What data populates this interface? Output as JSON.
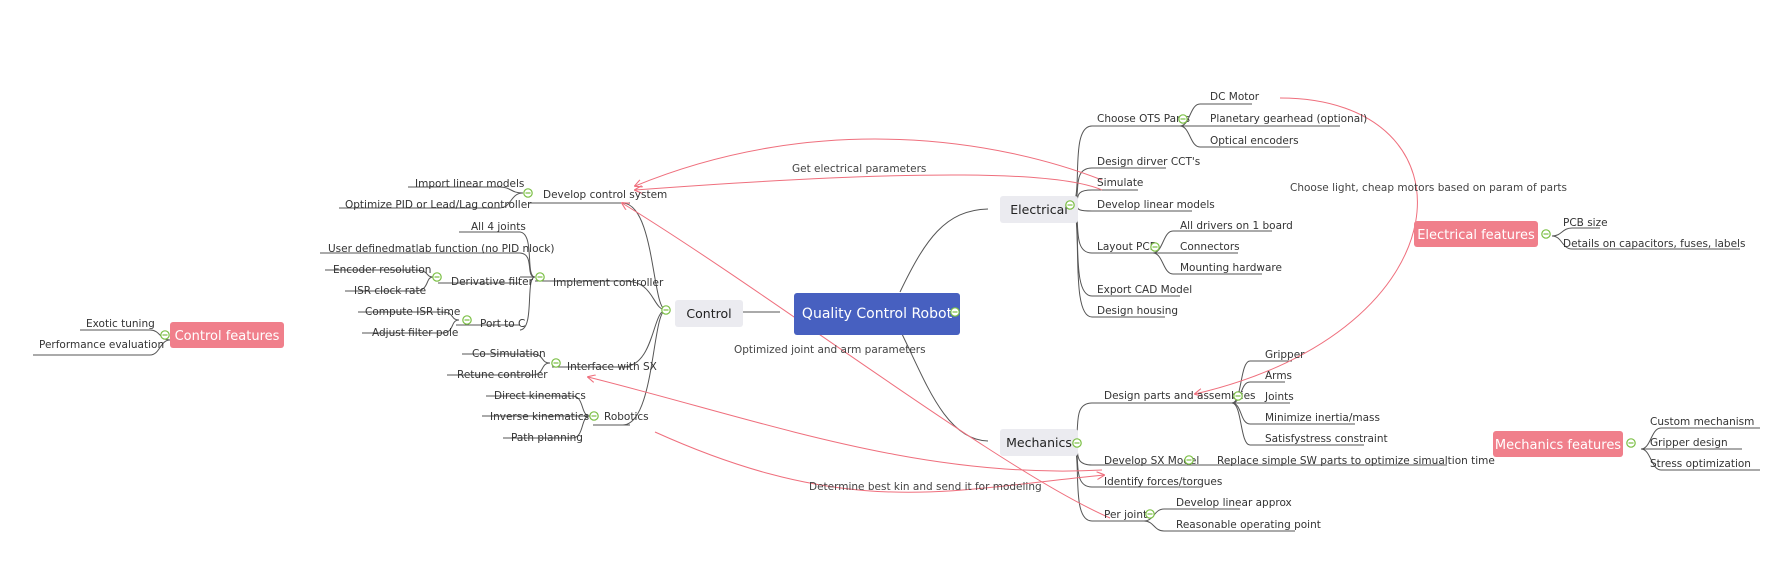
{
  "root": {
    "label": "Quality Control Robot"
  },
  "main_topics": {
    "control": "Control",
    "electrical": "Electrical",
    "mechanics": "Mechanics"
  },
  "control": {
    "develop": {
      "label": "Develop control system",
      "children": [
        "Import linear models",
        "Optimize PID or Lead/Lag controller"
      ]
    },
    "implement": {
      "label": "Implement controller",
      "children": [
        "All 4 joints",
        "User definedmatlab function (no PID nlock)"
      ]
    },
    "derivative": {
      "label": "Derivative filter",
      "children": [
        "Encoder resolution",
        "ISR clock rate"
      ]
    },
    "port": {
      "label": "Port to C",
      "children": [
        "Compute ISR time",
        "Adjust filter pole"
      ]
    },
    "interface": {
      "label": "Interface with SX",
      "children": [
        "Co-Simulation",
        "Retune controller"
      ]
    },
    "robotics": {
      "label": "Robotics",
      "children": [
        "Direct kinematics",
        "Inverse kinematics",
        "Path planning"
      ]
    }
  },
  "electrical": {
    "ots": {
      "label": "Choose OTS Parts",
      "children": [
        "DC Motor",
        "Planetary gearhead (optional)",
        "Optical encoders"
      ]
    },
    "driver": "Design dirver CCT's",
    "simulate": "Simulate",
    "linear": "Develop linear models",
    "pcb": {
      "label": "Layout PCB",
      "children": [
        "All drivers on 1 board",
        "Connectors",
        "Mounting hardware"
      ]
    },
    "cad": "Export CAD Model",
    "housing": "Design housing"
  },
  "mechanics": {
    "parts": {
      "label": "Design parts and assemblies",
      "children": [
        "Gripper",
        "Arms",
        "Joints",
        "Minimize inertia/mass",
        "Satisfystress constraint"
      ]
    },
    "sx": {
      "label": "Develop SX Model",
      "children": [
        "Replace simple SW parts to optimize simualtion time"
      ]
    },
    "forces": "Identify forces/torques",
    "joint": {
      "label": "Per joint",
      "children": [
        "Develop linear approx",
        "Reasonable operating point"
      ]
    }
  },
  "floating": {
    "control": {
      "label": "Control features",
      "children": [
        "Exotic tuning",
        "Performance evaluation"
      ]
    },
    "electrical": {
      "label": "Electrical features",
      "children": [
        "PCB size",
        "Details on capacitors, fuses, labels"
      ]
    },
    "mechanics": {
      "label": "Mechanics features",
      "children": [
        "Custom mechanism",
        "Gripper design",
        "Stress optimization"
      ]
    }
  },
  "relationships": {
    "electrical_params": "Get electrical parameters",
    "motors": "Choose light, cheap motors based on param of parts",
    "joint_params": "Optimized joint and arm parameters",
    "kinematics": "Determine best kin and send it for modeling"
  },
  "colors": {
    "root": "#4760c0",
    "main_topic": "#ebebf0",
    "floating": "#f07f8b",
    "relationship": "#ef6f7d",
    "collapse": "#7bbf44",
    "line": "#555555"
  }
}
